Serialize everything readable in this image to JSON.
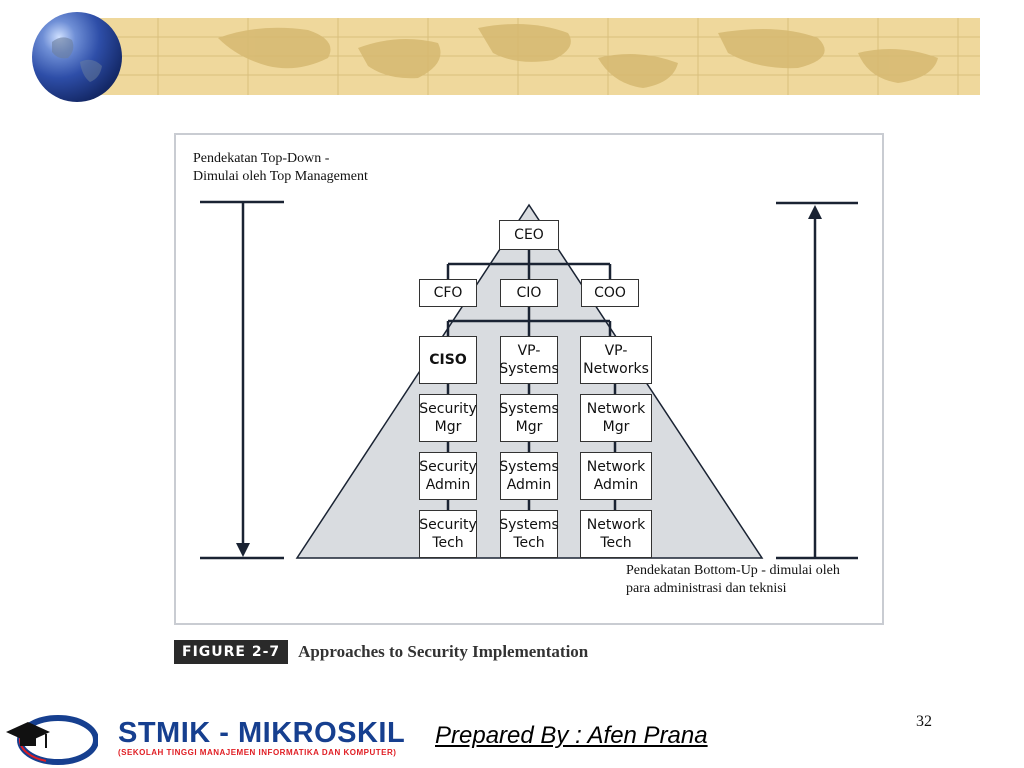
{
  "diagram": {
    "top_label_lines": [
      "Pendekatan Top-Down -",
      "Dimulai oleh Top Management"
    ],
    "bottom_label_lines": [
      "Pendekatan Bottom-Up - dimulai oleh",
      "para administrasi dan teknisi"
    ],
    "nodes": {
      "ceo": "CEO",
      "cfo": "CFO",
      "cio": "CIO",
      "coo": "COO",
      "ciso": "CISO",
      "vp_systems": "VP-\nSystems",
      "vp_networks": "VP-\nNetworks",
      "security_mgr": "Security\nMgr",
      "systems_mgr": "Systems\nMgr",
      "network_mgr": "Network\nMgr",
      "security_admin": "Security\nAdmin",
      "systems_admin": "Systems\nAdmin",
      "network_admin": "Network\nAdmin",
      "security_tech": "Security\nTech",
      "systems_tech": "Systems\nTech",
      "network_tech": "Network\nTech"
    },
    "colors": {
      "pyramid": "#d9dce0",
      "lines": "#1a2333"
    }
  },
  "caption": {
    "badge": "FIGURE 2-7",
    "text": "Approaches to Security Implementation"
  },
  "footer": {
    "page_number": "32",
    "prepared_by": "Prepared By : Afen Prana",
    "logo_name": "STMIK - MIKROSKIL",
    "logo_subtitle": "(SEKOLAH TINGGI MANAJEMEN INFORMATIKA DAN KOMPUTER)"
  }
}
